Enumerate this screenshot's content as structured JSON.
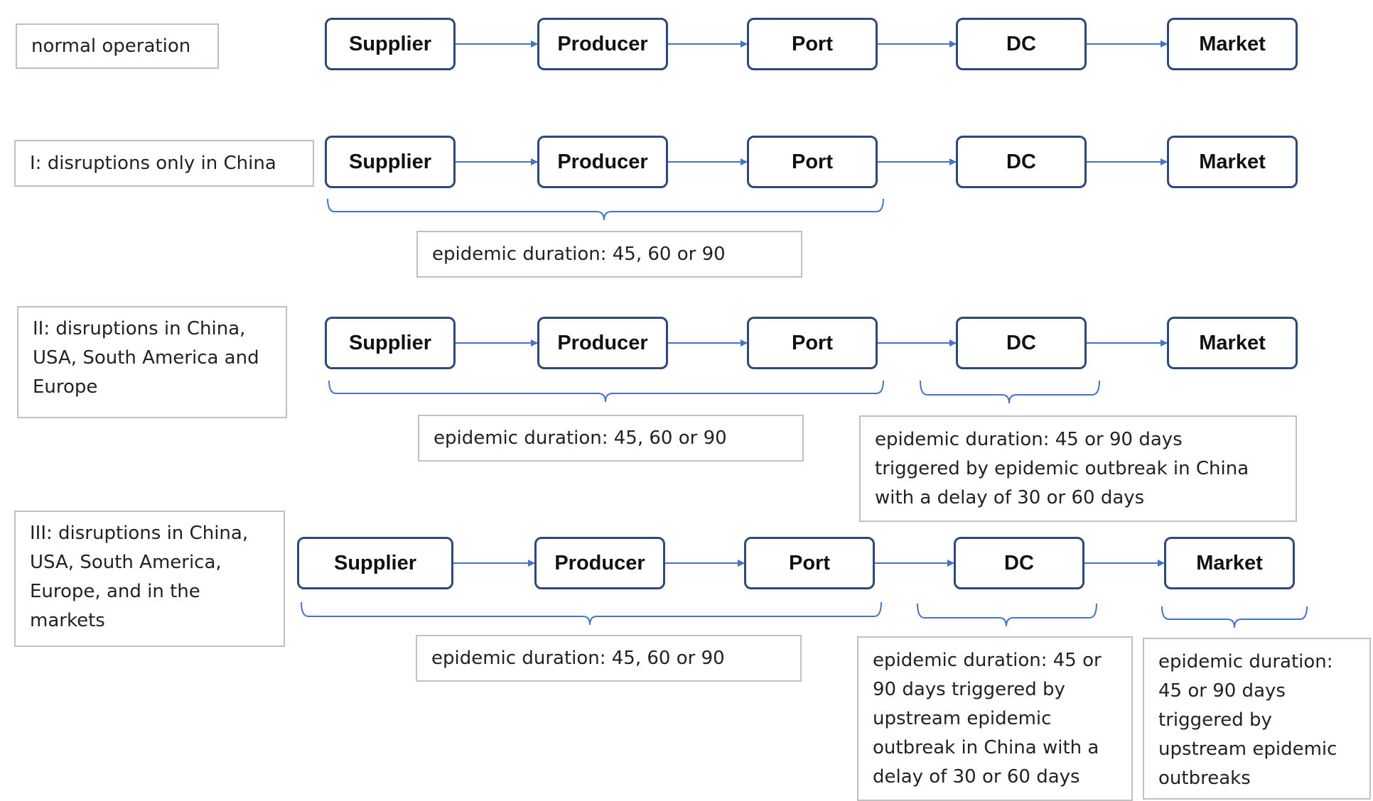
{
  "stages": [
    "Supplier",
    "Producer",
    "Port",
    "DC",
    "Market"
  ],
  "scenarios": [
    {
      "label": [
        "normal operation"
      ],
      "durations": []
    },
    {
      "label": [
        "I: disruptions  only in China"
      ],
      "durations": [
        {
          "span": "supplier-to-port",
          "text": [
            "epidemic  duration:  45, 60 or 90"
          ]
        }
      ]
    },
    {
      "label": [
        "II: disruptions  in China,",
        "USA, South America and",
        "Europe"
      ],
      "durations": [
        {
          "span": "supplier-to-port",
          "text": [
            "epidemic  duration:  45, 60 or 90"
          ]
        },
        {
          "span": "dc",
          "text": [
            "epidemic  duration:  45 or 90 days",
            "triggered  by epidemic  outbreak in China",
            "with a delay of 30 or 60 days"
          ]
        }
      ]
    },
    {
      "label": [
        "III: disruptions  in China,",
        "USA, South America,",
        "Europe, and in the",
        "markets"
      ],
      "durations": [
        {
          "span": "supplier-to-port",
          "text": [
            "epidemic  duration:  45, 60 or 90"
          ]
        },
        {
          "span": "dc",
          "text": [
            "epidemic  duration:  45 or",
            "90 days triggered  by",
            "upstream  epidemic",
            "outbreak in China with a",
            "delay of 30 or 60 days"
          ]
        },
        {
          "span": "market",
          "text": [
            "epidemic  duration:",
            "45 or 90 days",
            "triggered  by",
            "upstream  epidemic",
            "outbreaks"
          ]
        }
      ]
    }
  ],
  "colors": {
    "box_border": "#2b4a75",
    "arrow": "#4472c4",
    "brace": "#4472c4",
    "label_border": "#c0c0c0"
  }
}
